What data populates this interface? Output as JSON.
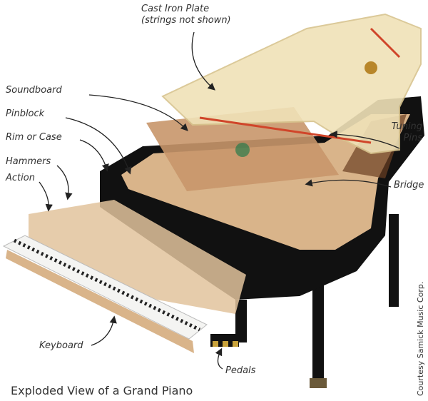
{
  "labels": {
    "cast_iron_plate": "Cast Iron Plate",
    "cast_iron_plate_note": "(strings not shown)",
    "soundboard": "Soundboard",
    "pinblock": "Pinblock",
    "rim_or_case": "Rim or Case",
    "hammers": "Hammers",
    "action": "Action",
    "tuning_pins_line1": "Tuning",
    "tuning_pins_line2": "Pins",
    "bridge": "Bridge",
    "keyboard": "Keyboard",
    "pedals": "Pedals"
  },
  "title": "Exploded View of a Grand Piano",
  "credit": "Courtesy Samick Music Corp.",
  "colors": {
    "case": "#111111",
    "wood": "#d9b48a",
    "plate": "#f0e2b8",
    "soundboard": "#c8966a",
    "keys": "#f4f4f2",
    "text": "#333333"
  }
}
